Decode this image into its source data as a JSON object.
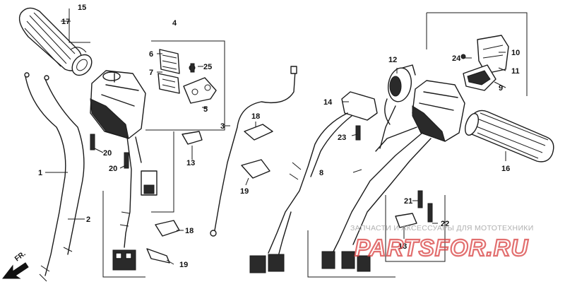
{
  "callouts": {
    "n1": "1",
    "n2": "2",
    "n3": "3",
    "n4": "4",
    "n5": "5",
    "n6": "6",
    "n7": "7",
    "n8": "8",
    "n9": "9",
    "n10": "10",
    "n11": "11",
    "n12": "12",
    "n13a": "13",
    "n13b": "13",
    "n14": "14",
    "n15": "15",
    "n16": "16",
    "n17": "17",
    "n18a": "18",
    "n18b": "18",
    "n19a": "19",
    "n19b": "19",
    "n20a": "20",
    "n20b": "20",
    "n21": "21",
    "n22": "22",
    "n23": "23",
    "n24": "24",
    "n25": "25"
  },
  "front_marker": "FR.",
  "watermark": {
    "caption": "ЗАПЧАСТИ И АКСЕССУАРЫ ДЛЯ МОТОТЕХНИКИ",
    "logo_text": "PARTSFOR.RU",
    "logo_color": "#d94040"
  }
}
